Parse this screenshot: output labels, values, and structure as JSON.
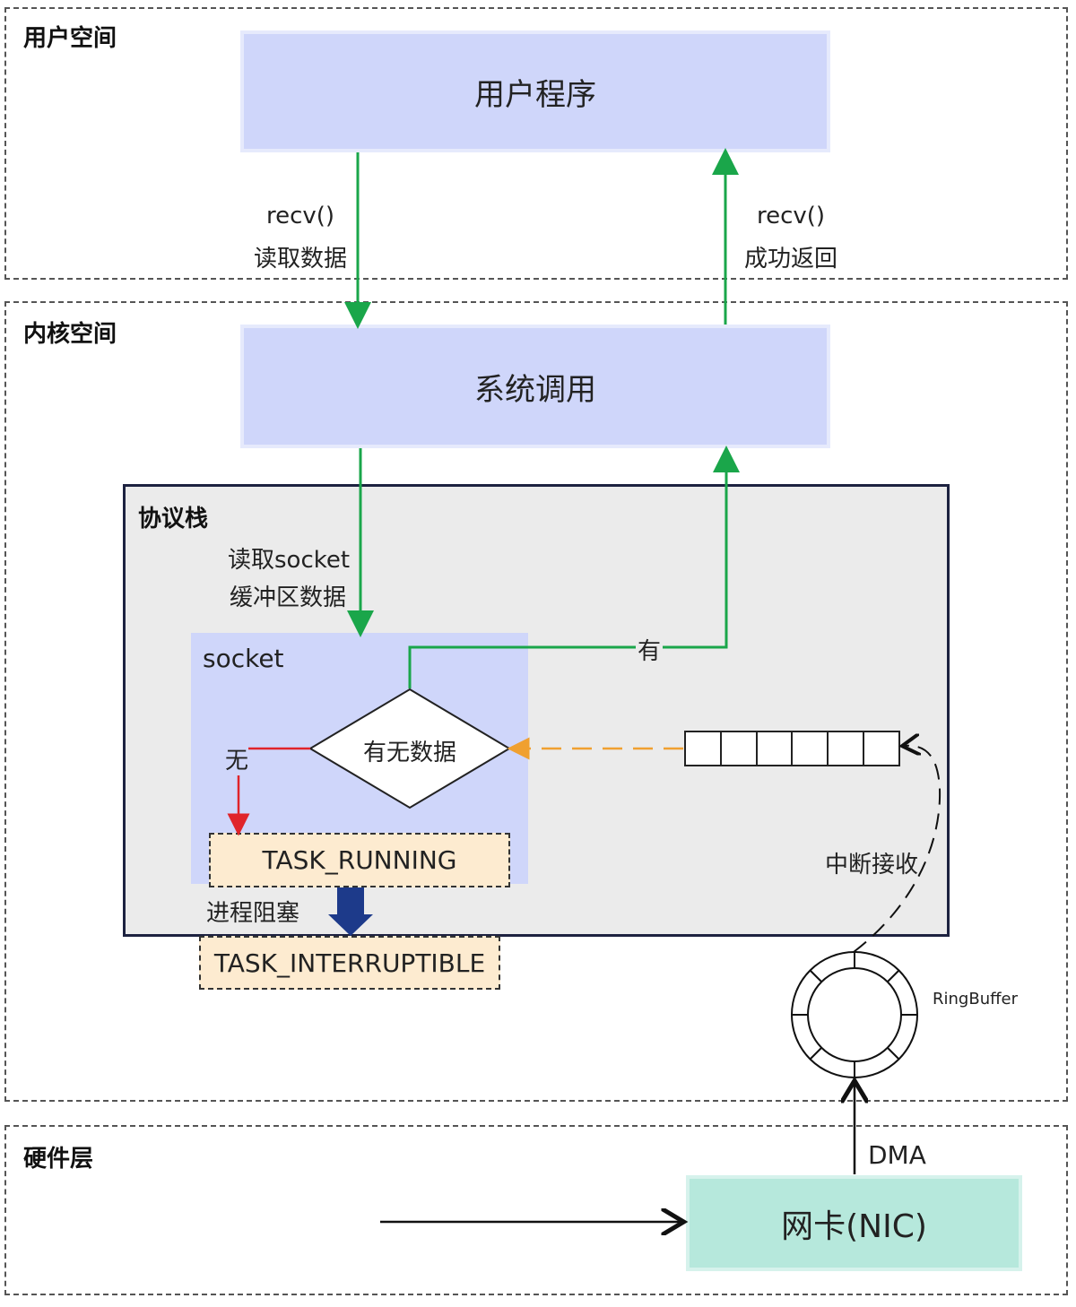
{
  "zones": {
    "user_space": "用户空间",
    "kernel_space": "内核空间",
    "hardware": "硬件层"
  },
  "boxes": {
    "user_program": "用户程序",
    "syscall": "系统调用",
    "protocol_stack": "协议栈",
    "socket": "socket",
    "decision": "有无数据",
    "task_running": "TASK_RUNNING",
    "task_interruptible": "TASK_INTERRUPTIBLE",
    "nic": "网卡(NIC)"
  },
  "edge_labels": {
    "recv_read_1": "recv()",
    "recv_read_2": "读取数据",
    "recv_return_1": "recv()",
    "recv_return_2": "成功返回",
    "read_socket_1": "读取socket",
    "read_socket_2": "缓冲区数据",
    "yes": "有",
    "no": "无",
    "blocked": "进程阻塞",
    "interrupt_receive": "中断接收",
    "ring_buffer": "RingBuffer",
    "dma": "DMA"
  },
  "colors": {
    "green_arrow": "#1aa64a",
    "red_arrow": "#e0242a",
    "orange_arrow": "#f0a030",
    "block_arrow": "#1d3a8a"
  }
}
